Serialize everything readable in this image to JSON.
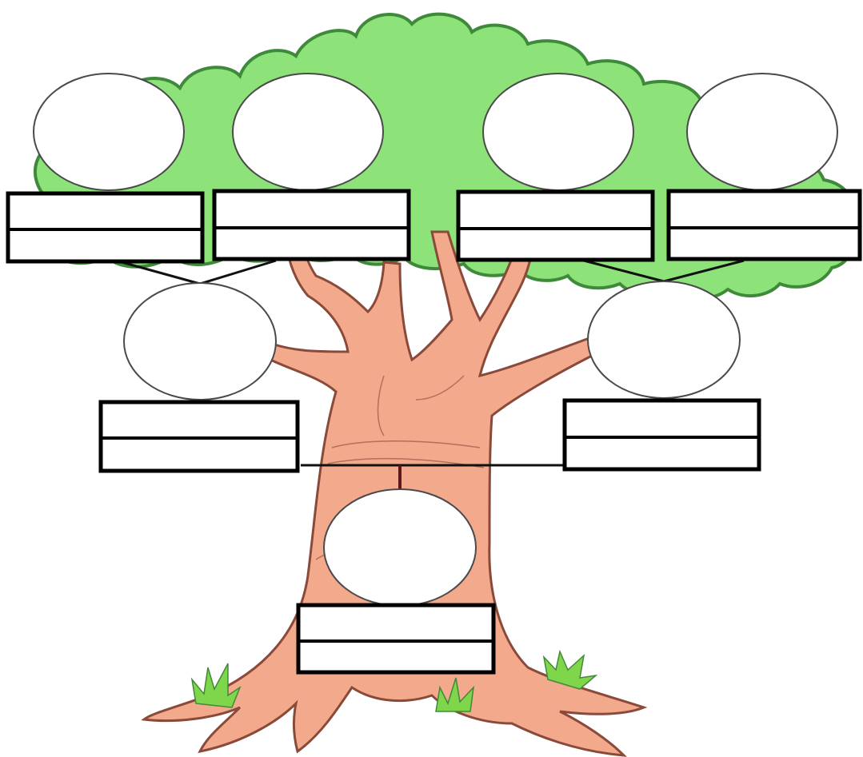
{
  "colors": {
    "foliage": "#8ee27a",
    "foliage_outline": "#3f8a3a",
    "trunk": "#f2a98c",
    "trunk_outline": "#8a4a3a",
    "grass": "#7fd64a",
    "box_border": "#000000",
    "slot_fill": "#ffffff"
  },
  "family_tree": {
    "generations": [
      {
        "level": "grandparents",
        "members": [
          {
            "id": "grandparent-1",
            "name": "",
            "detail": ""
          },
          {
            "id": "grandparent-2",
            "name": "",
            "detail": ""
          },
          {
            "id": "grandparent-3",
            "name": "",
            "detail": ""
          },
          {
            "id": "grandparent-4",
            "name": "",
            "detail": ""
          }
        ]
      },
      {
        "level": "parents",
        "members": [
          {
            "id": "parent-1",
            "name": "",
            "detail": ""
          },
          {
            "id": "parent-2",
            "name": "",
            "detail": ""
          }
        ]
      },
      {
        "level": "child",
        "members": [
          {
            "id": "child",
            "name": "",
            "detail": ""
          }
        ]
      }
    ]
  },
  "slots": {
    "gp1": {
      "name": "",
      "detail": ""
    },
    "gp2": {
      "name": "",
      "detail": ""
    },
    "gp3": {
      "name": "",
      "detail": ""
    },
    "gp4": {
      "name": "",
      "detail": ""
    },
    "p1": {
      "name": "",
      "detail": ""
    },
    "p2": {
      "name": "",
      "detail": ""
    },
    "child": {
      "name": "",
      "detail": ""
    }
  },
  "icons": {
    "tree": "tree-illustration-icon",
    "grass": "grass-tuft-icon",
    "photo": "photo-slot-icon"
  }
}
